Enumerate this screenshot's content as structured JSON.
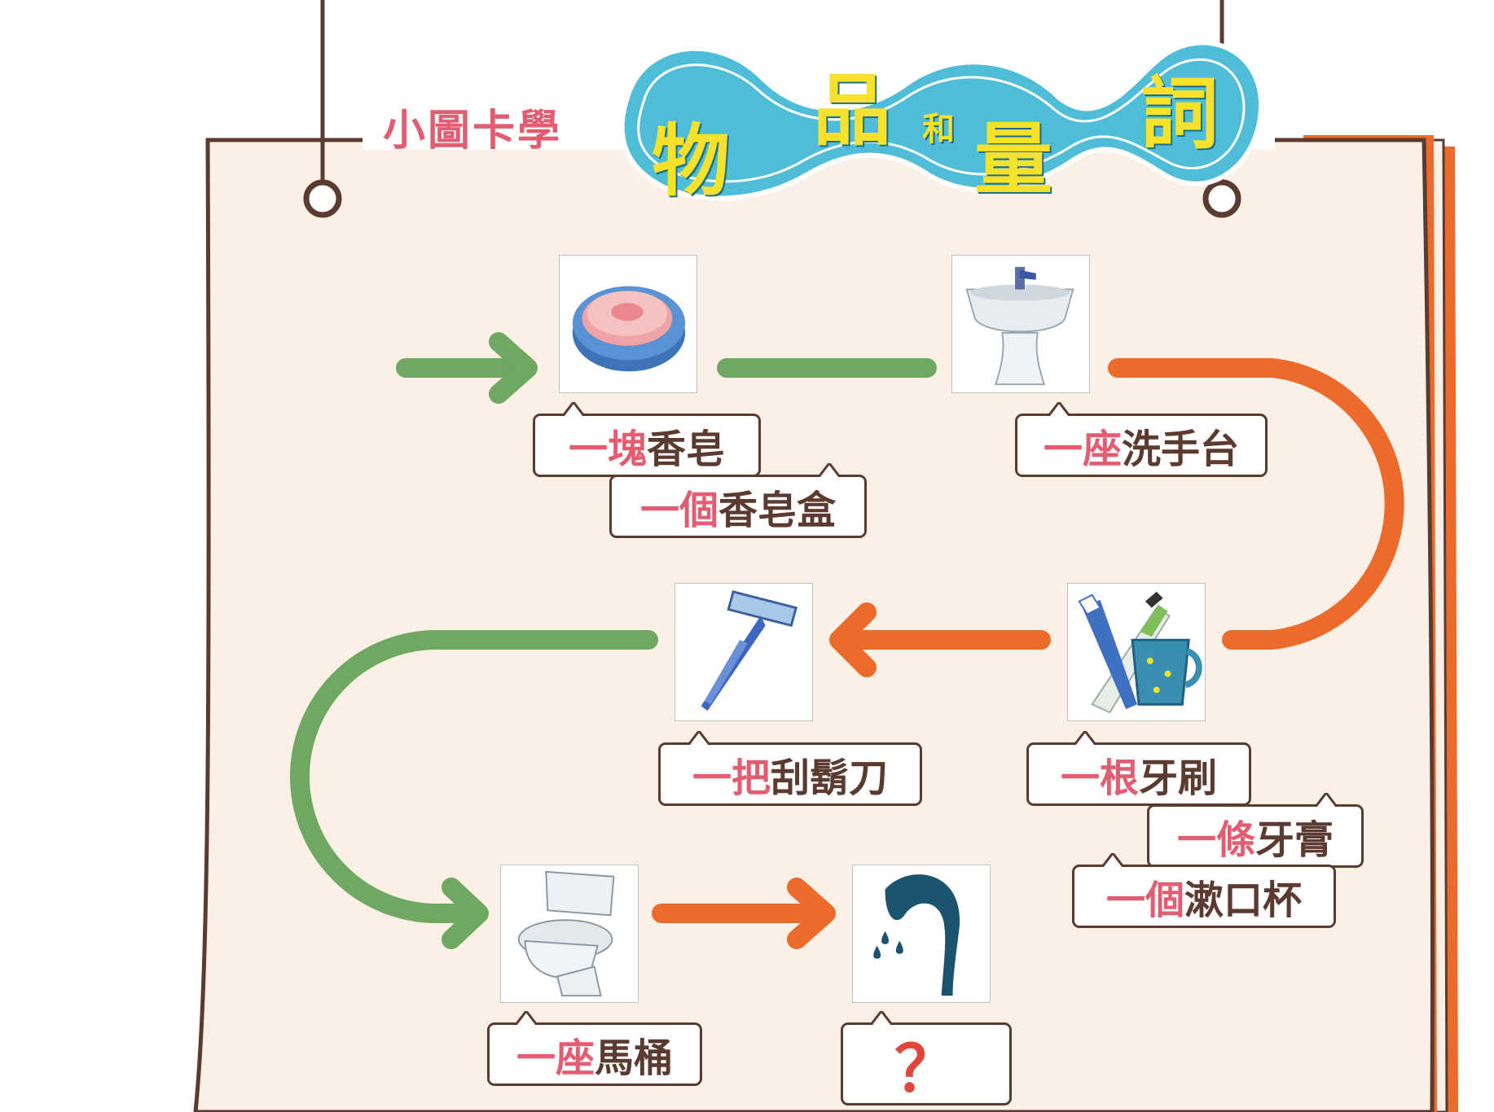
{
  "title": {
    "prefix": "小圖卡學",
    "chars": [
      "物",
      "品",
      "和",
      "量",
      "詞"
    ]
  },
  "colors": {
    "paper": "#fbf0e6",
    "border": "#5b3a30",
    "green": "#6fa861",
    "orange": "#ec6a2a",
    "pink": "#e25d72",
    "title_yellow": "#f7e12a",
    "title_cyan": "#4fbcd8"
  },
  "items": [
    {
      "id": "soap",
      "icon": "soap-in-dish-icon",
      "labels": [
        {
          "measure": "一塊",
          "noun": "香皂"
        },
        {
          "measure": "一個",
          "noun": "香皂盒"
        }
      ]
    },
    {
      "id": "sink",
      "icon": "pedestal-sink-icon",
      "labels": [
        {
          "measure": "一座",
          "noun": "洗手台"
        }
      ]
    },
    {
      "id": "toothbrush",
      "icon": "toothbrush-toothpaste-cup-icon",
      "labels": [
        {
          "measure": "一根",
          "noun": "牙刷"
        },
        {
          "measure": "一條",
          "noun": "牙膏"
        },
        {
          "measure": "一個",
          "noun": "漱口杯"
        }
      ]
    },
    {
      "id": "razor",
      "icon": "razor-icon",
      "labels": [
        {
          "measure": "一把",
          "noun": "刮鬍刀"
        }
      ]
    },
    {
      "id": "toilet",
      "icon": "toilet-icon",
      "labels": [
        {
          "measure": "一座",
          "noun": "馬桶"
        }
      ]
    },
    {
      "id": "shower",
      "icon": "shower-head-icon",
      "labels": [
        {
          "question": "？"
        }
      ]
    }
  ]
}
